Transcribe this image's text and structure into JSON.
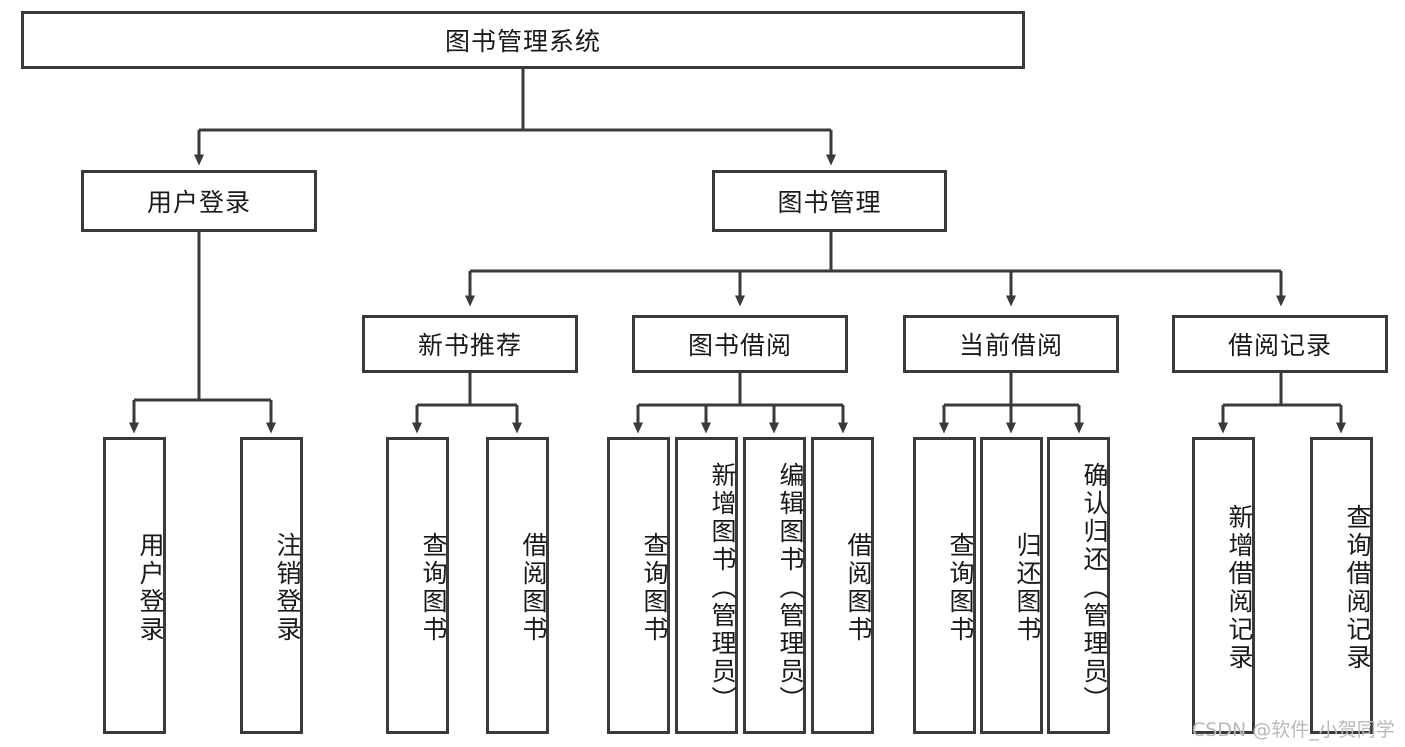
{
  "diagram": {
    "title": "图书管理系统",
    "type": "tree",
    "watermark": "CSDN @软件_小贺同学",
    "colors": {
      "stroke": "#3a3a3a",
      "fill": "#ffffff",
      "text": "#1a1a1a",
      "watermark": "#b9b9b9"
    },
    "root": {
      "label": "图书管理系统"
    },
    "level2": [
      {
        "label": "用户登录"
      },
      {
        "label": "图书管理"
      }
    ],
    "level3": [
      {
        "label": "新书推荐"
      },
      {
        "label": "图书借阅"
      },
      {
        "label": "当前借阅"
      },
      {
        "label": "借阅记录"
      }
    ],
    "leaves": {
      "user_login": [
        {
          "label": "用户登录"
        },
        {
          "label": "注销登录"
        }
      ],
      "new_book": [
        {
          "label": "查询图书"
        },
        {
          "label": "借阅图书"
        }
      ],
      "book_borrow": [
        {
          "label": "查询图书"
        },
        {
          "label": "新增图书（管理员）"
        },
        {
          "label": "编辑图书（管理员）"
        },
        {
          "label": "借阅图书"
        }
      ],
      "current_borrow": [
        {
          "label": "查询图书"
        },
        {
          "label": "归还图书"
        },
        {
          "label": "确认归还（管理员）"
        }
      ],
      "borrow_record": [
        {
          "label": "新增借阅记录"
        },
        {
          "label": "查询借阅记录"
        }
      ]
    }
  }
}
